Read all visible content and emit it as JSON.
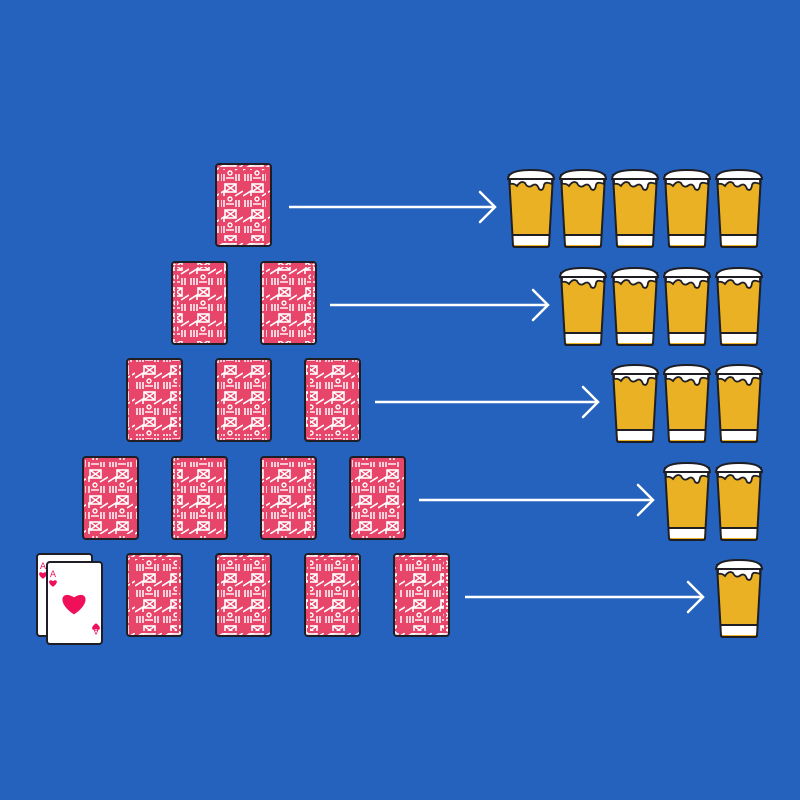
{
  "colors": {
    "background": "#2462bd",
    "card_back": "#e8456a",
    "card_pattern": "#ffffff",
    "beer": "#e9b123",
    "foam": "#ffffff",
    "outline": "#1e1e24",
    "heart": "#f0105a",
    "arrow": "#ffffff"
  },
  "ace_cards": {
    "rank": "A",
    "suit": "heart-icon",
    "count": 2
  },
  "rows": [
    {
      "cards": 1,
      "beers": 5
    },
    {
      "cards": 2,
      "beers": 4
    },
    {
      "cards": 3,
      "beers": 3
    },
    {
      "cards": 4,
      "beers": 2
    },
    {
      "cards": 4,
      "beers": 1
    }
  ]
}
